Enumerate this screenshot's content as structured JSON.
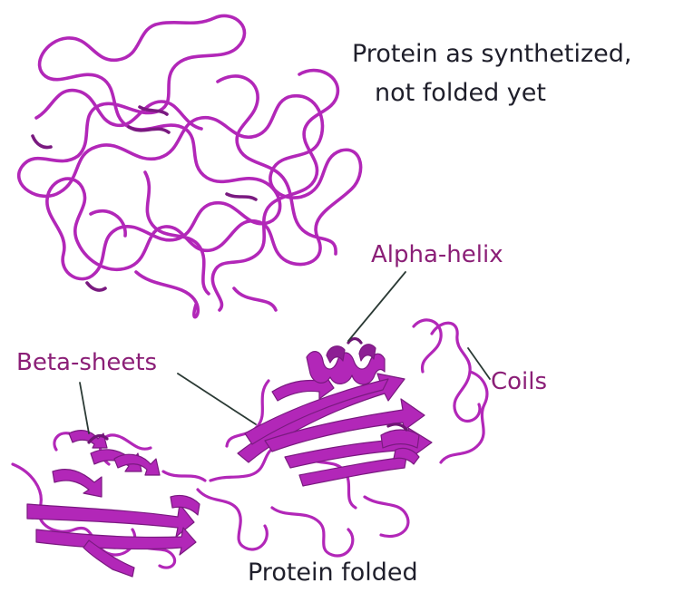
{
  "title_unfolded_line1": "Protein as synthetized,",
  "title_unfolded_line2": "not folded yet",
  "title_folded": "Protein folded",
  "labels": {
    "alpha_helix": "Alpha-helix",
    "beta_sheets": "Beta-sheets",
    "coils": "Coils"
  },
  "colors": {
    "protein": "#b227b8",
    "protein_dark": "#7a1a80",
    "label_accent": "#8b1f77",
    "leader_line": "#2b3a35",
    "text_dark": "#1f1f2b"
  }
}
